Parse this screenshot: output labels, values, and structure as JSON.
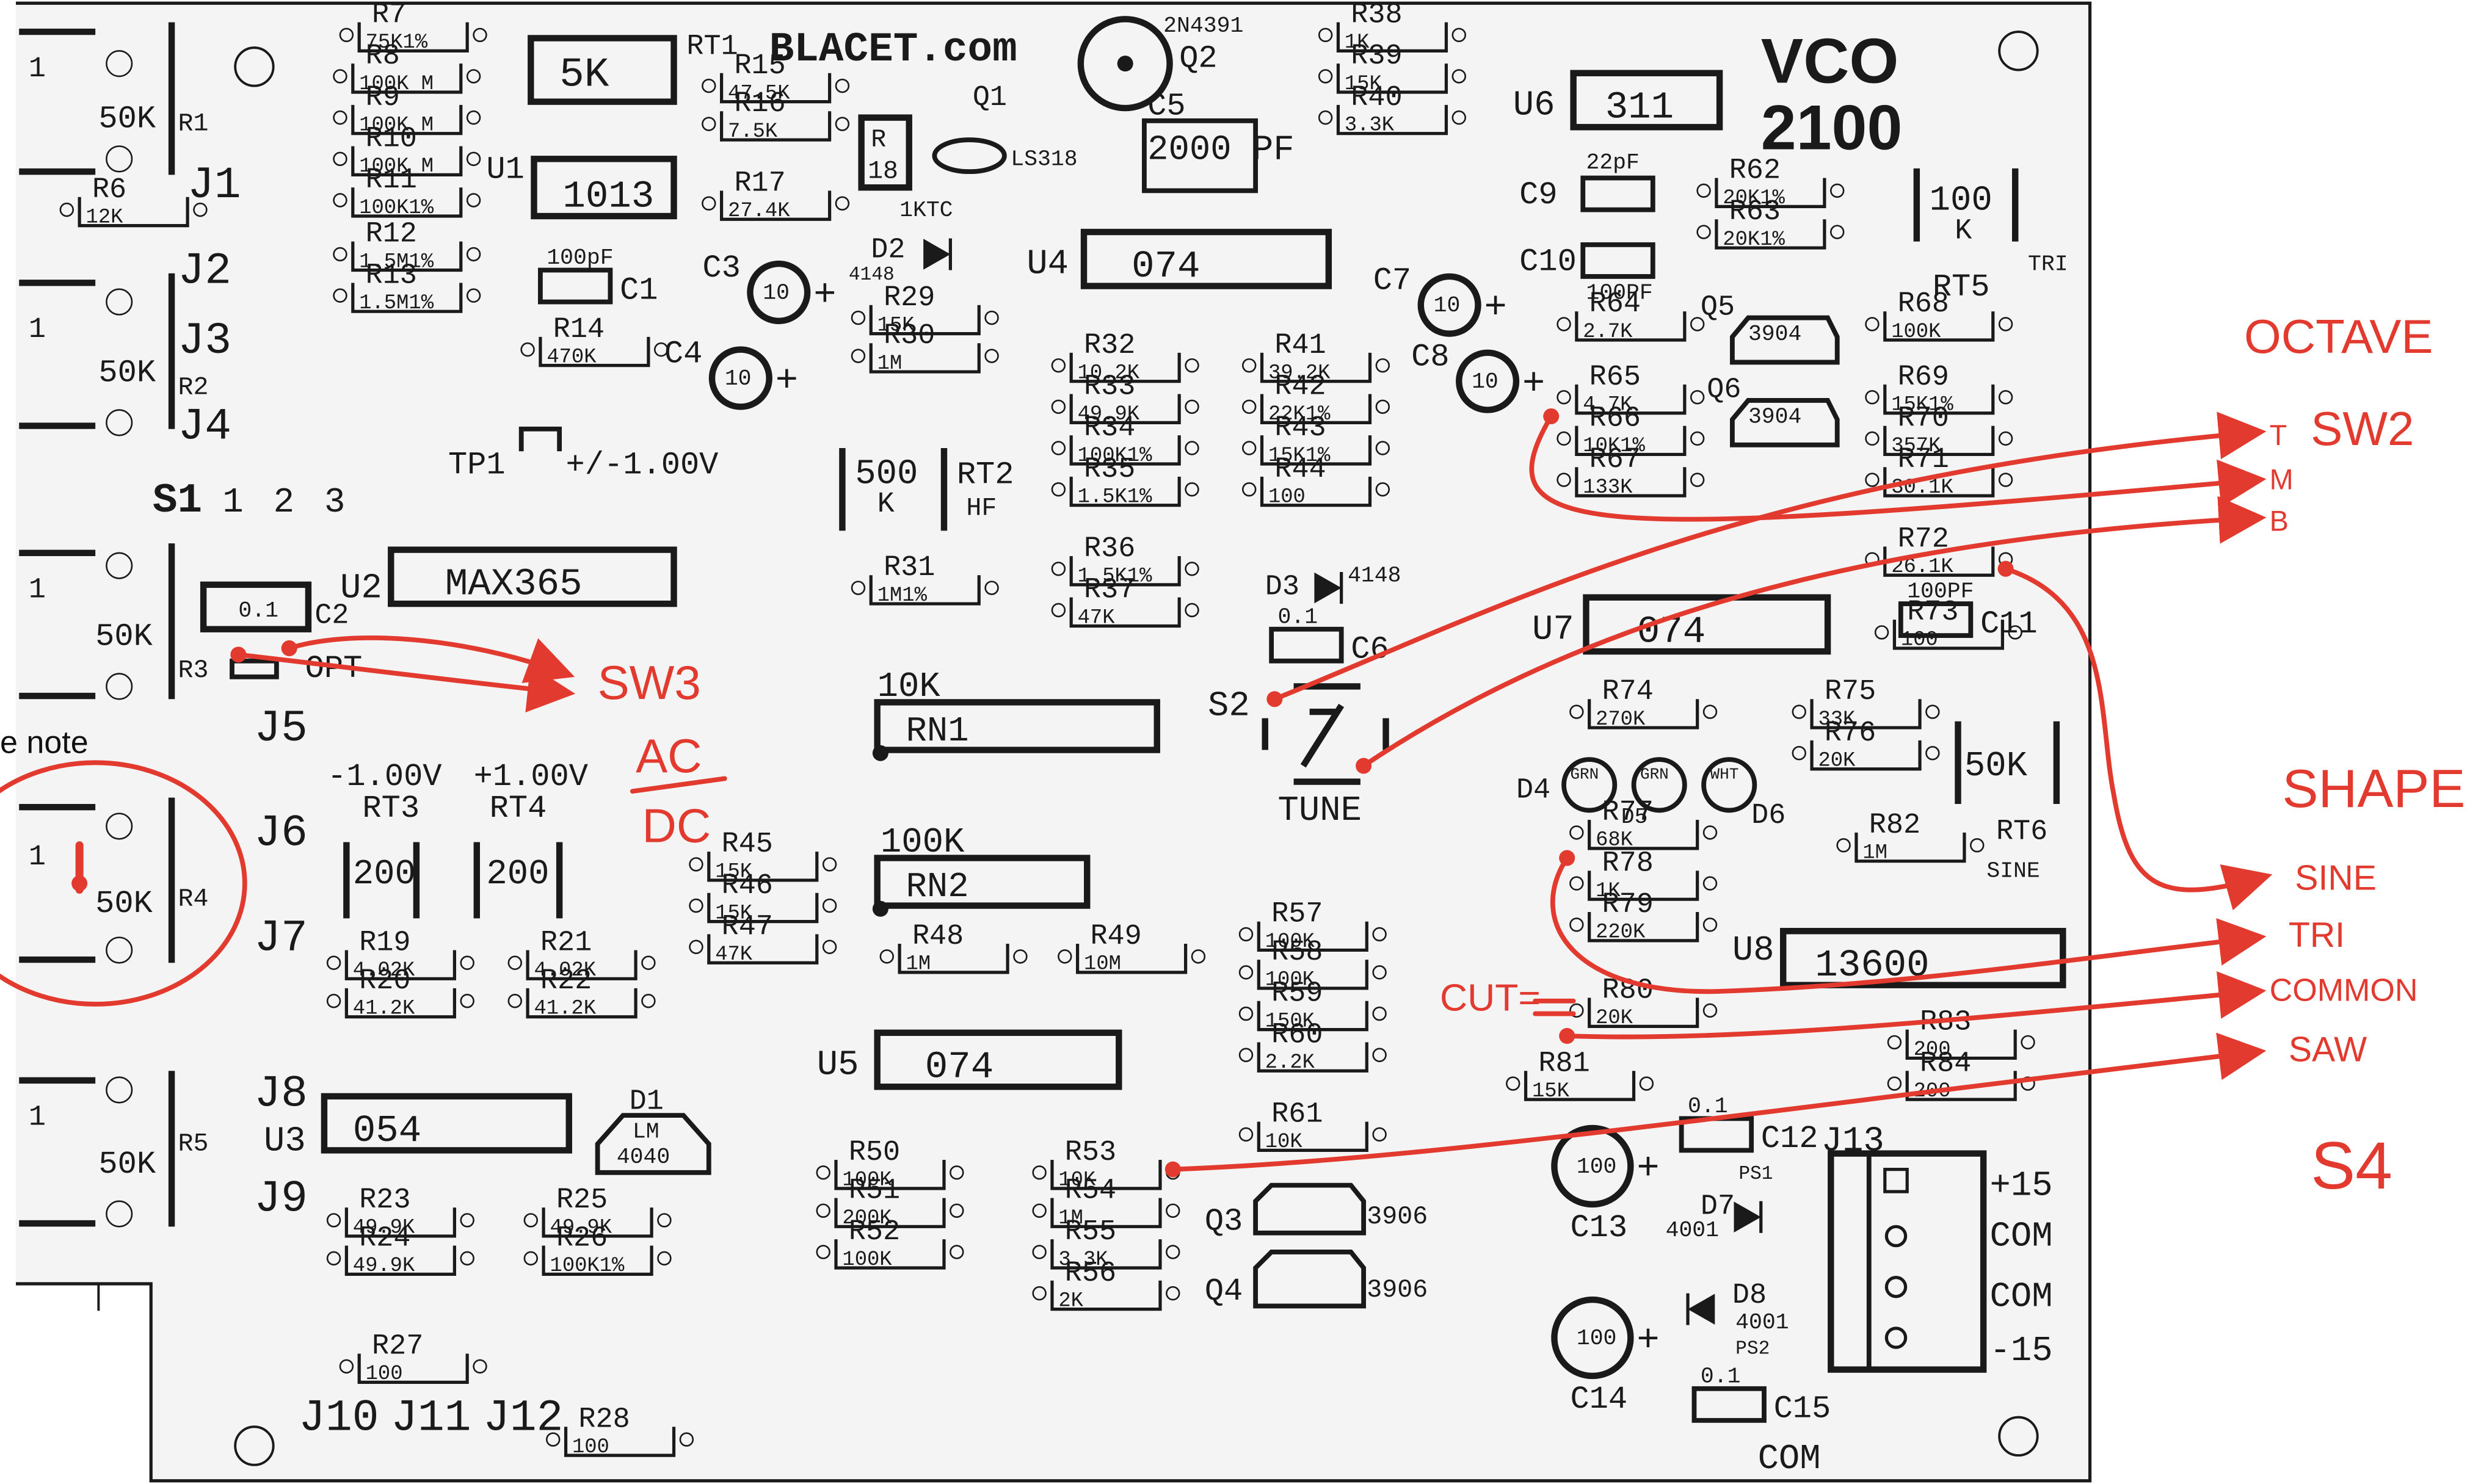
{
  "colors": {
    "ink": "#1a1a1a",
    "annotation": "#e23a2e",
    "board": "#f4f4f4"
  },
  "header": {
    "title": "VCO",
    "model": "2100",
    "maker": "BLACET.com",
    "rt1": "RT1"
  },
  "side_note": "e note",
  "jacks_left": [
    "J1",
    "J2",
    "J3",
    "J4",
    "J5",
    "J6",
    "J7",
    "J8",
    "J9"
  ],
  "pots": [
    "R1",
    "R2",
    "R3",
    "R4",
    "R5"
  ],
  "pot_value": "50K",
  "pin1": "1",
  "bottom_jacks": [
    "J10",
    "J11",
    "J12"
  ],
  "switch_s1": {
    "label": "S1",
    "positions": [
      "1",
      "2",
      "3"
    ]
  },
  "tp1": {
    "label": "TP1",
    "text": "+/-1.00V"
  },
  "trim_labels": {
    "neg": "-1.00V",
    "pos": "+1.00V",
    "rt3": "RT3",
    "rt4": "RT4",
    "rt3_val": "200",
    "rt4_val": "200"
  },
  "trimmers": {
    "top": "5K",
    "rt2_val": "500\nK",
    "rt2": "RT2",
    "hf": "HF",
    "rt5_val": "100\nK",
    "rt5": "RT5",
    "tri": "TRI",
    "rt6_val": "50K",
    "rt6": "RT6",
    "sine": "SINE"
  },
  "chips": {
    "u1": {
      "ref": "U1",
      "part": "1013"
    },
    "u2": {
      "ref": "U2",
      "part": "MAX365"
    },
    "u3": {
      "ref": "U3",
      "part": "054"
    },
    "u4": {
      "ref": "U4",
      "part": "074"
    },
    "u5": {
      "ref": "U5",
      "part": "074"
    },
    "u6": {
      "ref": "U6",
      "part": "311"
    },
    "u7": {
      "ref": "U7",
      "part": "074"
    },
    "u8": {
      "ref": "U8",
      "part": "13600"
    }
  },
  "networks": {
    "rn1": {
      "value": "10K",
      "ref": "RN1"
    },
    "rn2": {
      "value": "100K",
      "ref": "RN2"
    }
  },
  "resistors": [
    {
      "ref": "R7",
      "val": "75K1%"
    },
    {
      "ref": "R8",
      "val": "100K M"
    },
    {
      "ref": "R9",
      "val": "100K M"
    },
    {
      "ref": "R10",
      "val": "100K M"
    },
    {
      "ref": "R11",
      "val": "100K1%"
    },
    {
      "ref": "R12",
      "val": "1.5M1%"
    },
    {
      "ref": "R13",
      "val": "1.5M1%"
    },
    {
      "ref": "R6",
      "val": "12K"
    },
    {
      "ref": "R14",
      "val": "470K"
    },
    {
      "ref": "R15",
      "val": "47.5K"
    },
    {
      "ref": "R16",
      "val": "7.5K"
    },
    {
      "ref": "R17",
      "val": "27.4K"
    },
    {
      "ref": "R29",
      "val": "15K"
    },
    {
      "ref": "R30",
      "val": "1M"
    },
    {
      "ref": "R31",
      "val": "1M1%"
    },
    {
      "ref": "R32",
      "val": "10.2K"
    },
    {
      "ref": "R33",
      "val": "49.9K"
    },
    {
      "ref": "R34",
      "val": "100K1%"
    },
    {
      "ref": "R35",
      "val": "1.5K1%"
    },
    {
      "ref": "R36",
      "val": "1.5K1%"
    },
    {
      "ref": "R37",
      "val": "47K"
    },
    {
      "ref": "R38",
      "val": "1K"
    },
    {
      "ref": "R39",
      "val": "15K"
    },
    {
      "ref": "R40",
      "val": "3.3K"
    },
    {
      "ref": "R41",
      "val": "39.2K"
    },
    {
      "ref": "R42",
      "val": "22K1%"
    },
    {
      "ref": "R43",
      "val": "15K1%"
    },
    {
      "ref": "R44",
      "val": "100"
    },
    {
      "ref": "R45",
      "val": "15K"
    },
    {
      "ref": "R46",
      "val": "15K"
    },
    {
      "ref": "R47",
      "val": "47K"
    },
    {
      "ref": "R48",
      "val": "1M"
    },
    {
      "ref": "R49",
      "val": "10M"
    },
    {
      "ref": "R19",
      "val": "4.02K"
    },
    {
      "ref": "R20",
      "val": "41.2K"
    },
    {
      "ref": "R21",
      "val": "4.02K"
    },
    {
      "ref": "R22",
      "val": "41.2K"
    },
    {
      "ref": "R23",
      "val": "49.9K"
    },
    {
      "ref": "R24",
      "val": "49.9K"
    },
    {
      "ref": "R25",
      "val": "49.9K"
    },
    {
      "ref": "R26",
      "val": "100K1%"
    },
    {
      "ref": "R27",
      "val": "100"
    },
    {
      "ref": "R28",
      "val": "100"
    },
    {
      "ref": "R50",
      "val": "100K"
    },
    {
      "ref": "R51",
      "val": "200K"
    },
    {
      "ref": "R52",
      "val": "100K"
    },
    {
      "ref": "R53",
      "val": "10K"
    },
    {
      "ref": "R54",
      "val": "1M"
    },
    {
      "ref": "R55",
      "val": "3.3K"
    },
    {
      "ref": "R56",
      "val": "2K"
    },
    {
      "ref": "R57",
      "val": "100K"
    },
    {
      "ref": "R58",
      "val": "100K"
    },
    {
      "ref": "R59",
      "val": "150K"
    },
    {
      "ref": "R60",
      "val": "2.2K"
    },
    {
      "ref": "R61",
      "val": "10K"
    },
    {
      "ref": "R62",
      "val": "20K1%"
    },
    {
      "ref": "R63",
      "val": "20K1%"
    },
    {
      "ref": "R64",
      "val": "2.7K"
    },
    {
      "ref": "R65",
      "val": "4.7K"
    },
    {
      "ref": "R66",
      "val": "10K1%"
    },
    {
      "ref": "R67",
      "val": "133K"
    },
    {
      "ref": "R68",
      "val": "100K"
    },
    {
      "ref": "R69",
      "val": "15K1%"
    },
    {
      "ref": "R70",
      "val": "357K"
    },
    {
      "ref": "R71",
      "val": "30.1K"
    },
    {
      "ref": "R72",
      "val": "26.1K"
    },
    {
      "ref": "R73",
      "val": "100"
    },
    {
      "ref": "R74",
      "val": "270K"
    },
    {
      "ref": "R75",
      "val": "33K"
    },
    {
      "ref": "R76",
      "val": "20K"
    },
    {
      "ref": "R77",
      "val": "68K"
    },
    {
      "ref": "R78",
      "val": "1K"
    },
    {
      "ref": "R79",
      "val": "220K"
    },
    {
      "ref": "R80",
      "val": "20K"
    },
    {
      "ref": "R81",
      "val": "15K"
    },
    {
      "ref": "R82",
      "val": "1M"
    },
    {
      "ref": "R83",
      "val": "200"
    },
    {
      "ref": "R84",
      "val": "200"
    }
  ],
  "caps": [
    {
      "ref": "C1",
      "val": "100pF"
    },
    {
      "ref": "C2",
      "val": "0.1"
    },
    {
      "ref": "C3",
      "val": "10"
    },
    {
      "ref": "C4",
      "val": "10"
    },
    {
      "ref": "C5",
      "val": "2000 PF"
    },
    {
      "ref": "C6",
      "val": "0.1"
    },
    {
      "ref": "C7",
      "val": "10"
    },
    {
      "ref": "C8",
      "val": "10"
    },
    {
      "ref": "C9",
      "val": "22pF"
    },
    {
      "ref": "C10",
      "val": "100PF"
    },
    {
      "ref": "C11",
      "val": "100PF"
    },
    {
      "ref": "C12",
      "val": "0.1"
    },
    {
      "ref": "C13",
      "val": "100"
    },
    {
      "ref": "C14",
      "val": "100"
    },
    {
      "ref": "C15",
      "val": "0.1"
    }
  ],
  "transistors": {
    "q1": "Q1",
    "ls318": "LS318",
    "q2": "Q2",
    "q2_part": "2N4391",
    "q3": "Q3",
    "q3_part": "3906",
    "q4": "Q4",
    "q4_part": "3906",
    "q5": "Q5",
    "q5_part": "3904",
    "q6": "Q6",
    "q6_part": "3904",
    "rt_box": "R\n18",
    "r1k": "1KTC"
  },
  "diodes": {
    "d1": "D1",
    "d1_part": "LM\n4040",
    "d2": "D2",
    "d2_part": "4148",
    "d3": "D3",
    "d3_part": "4148",
    "d4": "D4",
    "d5": "D5",
    "d6": "D6",
    "grn": "GRN",
    "wht": "WHT",
    "d7": "D7",
    "d7_part": "4001",
    "d8": "D8",
    "d8_part": "4001",
    "ps1": "PS1",
    "ps2": "PS2"
  },
  "switch_s2": {
    "label": "S2",
    "name": "TUNE"
  },
  "opt": "OPT",
  "power": {
    "ref": "J13",
    "pins": [
      "+15",
      "COM",
      "COM",
      "-15"
    ],
    "com": "COM"
  },
  "annotations": {
    "octave": "OCTAVE",
    "sw2": "SW2",
    "t": "T",
    "m": "M",
    "b": "B",
    "sw3": "SW3",
    "ac": "AC",
    "dc": "DC",
    "shape": "SHAPE",
    "sine": "SINE",
    "tri": "TRI",
    "common": "COMMON",
    "saw": "SAW",
    "s4": "S4",
    "cut": "CUT="
  }
}
